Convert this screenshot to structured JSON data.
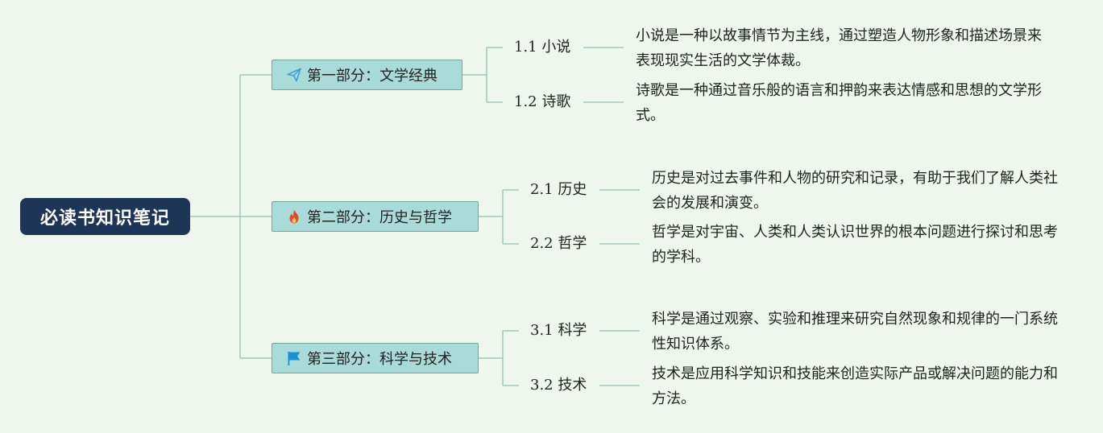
{
  "root": {
    "title": "必读书知识笔记"
  },
  "sections": [
    {
      "title": "第一部分：文学经典",
      "icon": "paper-plane-icon",
      "icon_color": "#3aa0dc",
      "topics": [
        {
          "label": "1.1 小说",
          "description": "小说是一种以故事情节为主线，通过塑造人物形象和描述场景来表现现实生活的文学体裁。"
        },
        {
          "label": "1.2 诗歌",
          "description": "诗歌是一种通过音乐般的语言和押韵来表达情感和思想的文学形式。"
        }
      ]
    },
    {
      "title": "第二部分：历史与哲学",
      "icon": "flame-icon",
      "icon_color": "#e8452c",
      "topics": [
        {
          "label": "2.1 历史",
          "description": "历史是对过去事件和人物的研究和记录，有助于我们了解人类社会的发展和演变。"
        },
        {
          "label": "2.2 哲学",
          "description": "哲学是对宇宙、人类和人类认识世界的根本问题进行探讨和思考的学科。"
        }
      ]
    },
    {
      "title": "第三部分：科学与技术",
      "icon": "flag-icon",
      "icon_color": "#1f8fd6",
      "topics": [
        {
          "label": "3.1 科学",
          "description": "科学是通过观察、实验和推理来研究自然现象和规律的一门系统性知识体系。"
        },
        {
          "label": "3.2 技术",
          "description": "技术是应用科学知识和技能来创造实际产品或解决问题的能力和方法。"
        }
      ]
    }
  ],
  "colors": {
    "background": "#eef6ee",
    "root_fill": "#1d3557",
    "section_fill": "#a9dbd8",
    "connector": "#8fc3b6"
  }
}
